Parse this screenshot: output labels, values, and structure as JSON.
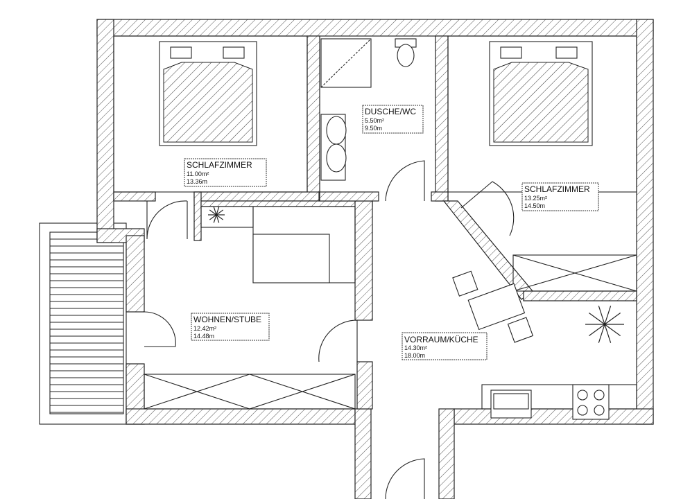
{
  "rooms": [
    {
      "name": "SCHLAFZIMMER",
      "area": "11.00m²",
      "perimeter": "13.36m"
    },
    {
      "name": "DUSCHE/WC",
      "area": "5.50m²",
      "perimeter": "9.50m"
    },
    {
      "name": "SCHLAFZIMMER",
      "area": "13.25m²",
      "perimeter": "14.50m"
    },
    {
      "name": "WOHNEN/STUBE",
      "area": "12.42m²",
      "perimeter": "14.48m"
    },
    {
      "name": "VORRAUM/KÜCHE",
      "area": "14.30m²",
      "perimeter": "18.00m"
    }
  ]
}
